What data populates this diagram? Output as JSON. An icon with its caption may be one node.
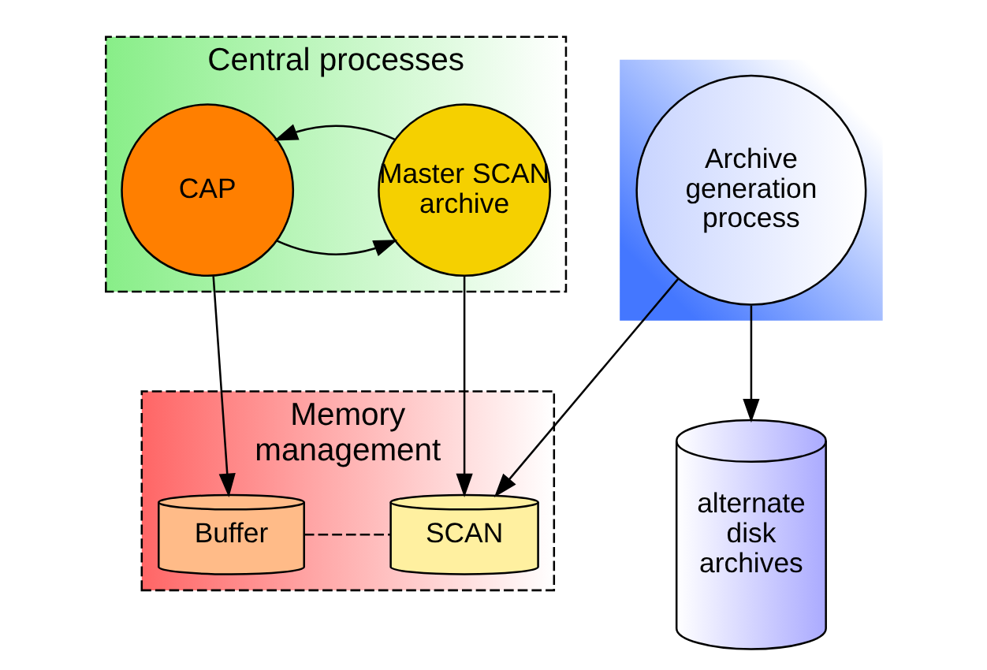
{
  "diagram": {
    "nodes": [
      {
        "text": [
          "Central processes"
        ]
      },
      {
        "text": [
          "CAP"
        ],
        "in": 0
      },
      {
        "text": [
          "Master SCAN archive"
        ],
        "in": 0
      },
      {
        "text": [],
        "shape": "box"
      },
      {
        "text": [
          "Archive generation process"
        ],
        "in": 3
      },
      {
        "text": [
          "Memory management"
        ]
      },
      {
        "text": [
          "Buffer"
        ],
        "in": 5
      },
      {
        "text": [
          "SCAN"
        ],
        "in": 5
      },
      {
        "text": [
          "alternate disk archives"
        ]
      }
    ],
    "edges": [
      {
        "from": 1,
        "to": 2,
        "arrow": "to"
      },
      {
        "from": 2,
        "to": 1,
        "arrow": "to"
      },
      {
        "from": 1,
        "to": 6,
        "arrow": "to"
      },
      {
        "from": 2,
        "to": 7,
        "arrow": "to"
      },
      {
        "from": 6,
        "to": 7,
        "arrow": "none",
        "style": "dashed"
      },
      {
        "from": 4,
        "to": 7,
        "arrow": "to"
      },
      {
        "from": 4,
        "to": 8,
        "arrow": "to"
      }
    ]
  }
}
